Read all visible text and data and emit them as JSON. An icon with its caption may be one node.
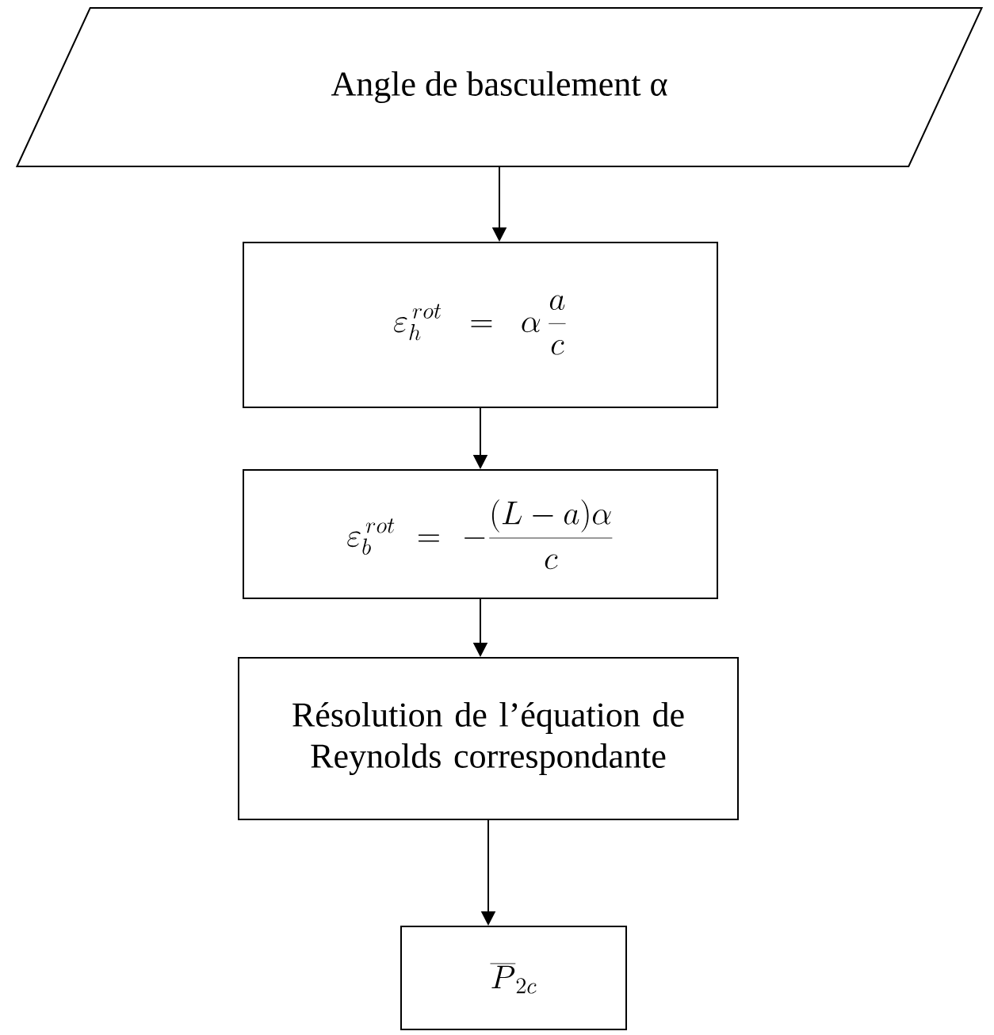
{
  "diagram": {
    "nodes": [
      {
        "text": [
          "Angle de basculement α"
        ]
      },
      {
        "text": [
          "\\varepsilon_{h}^{\\,rot} = \\alpha\\,\\frac{a}{c}"
        ]
      },
      {
        "text": [
          "\\varepsilon_{b}^{\\,rot} = -\\frac{(L-a)\\alpha}{c}"
        ]
      },
      {
        "text": [
          "Résolution de l’équation de Reynolds correspondante"
        ]
      },
      {
        "text": [
          "\\overline{P}_{2c}"
        ]
      }
    ],
    "edges": [
      {
        "from": 0,
        "to": 1,
        "arrow": "to"
      },
      {
        "from": 1,
        "to": 2,
        "arrow": "to"
      },
      {
        "from": 2,
        "to": 3,
        "arrow": "to"
      },
      {
        "from": 3,
        "to": 4,
        "arrow": "to"
      }
    ]
  }
}
